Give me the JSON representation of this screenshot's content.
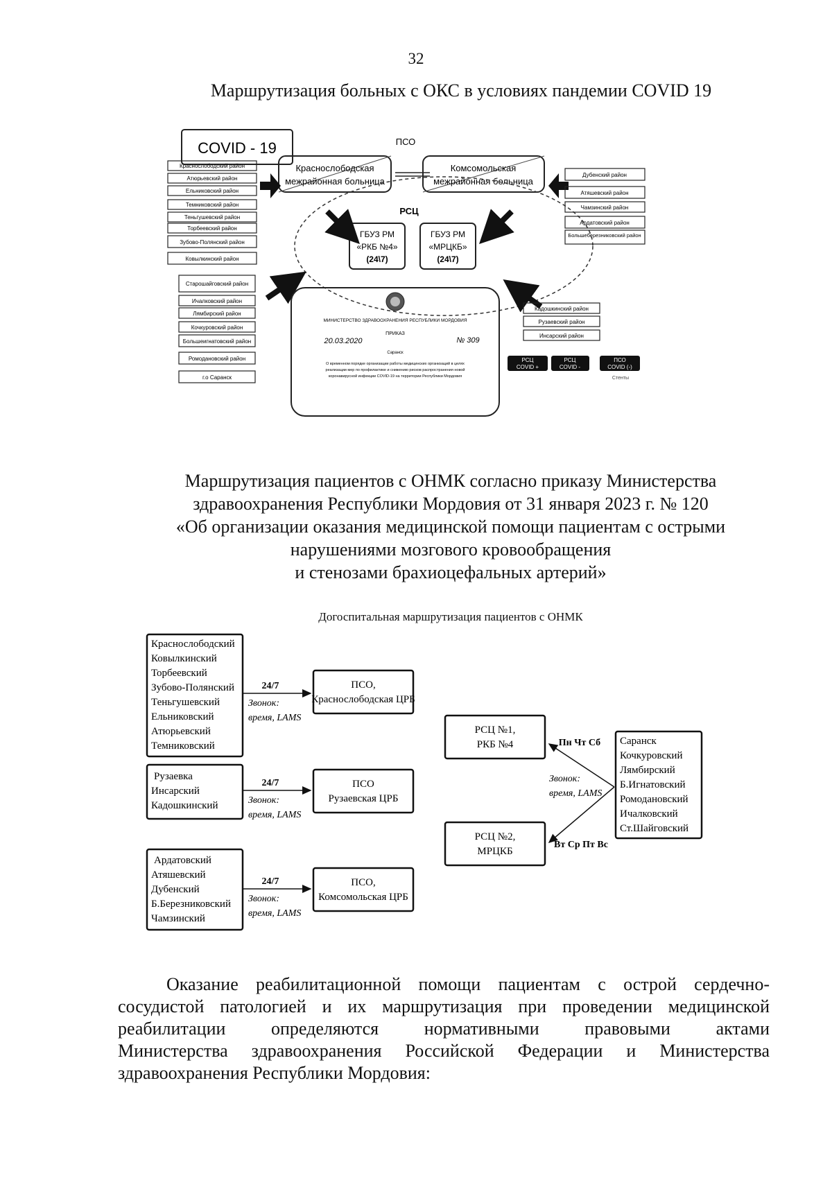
{
  "page_number": "32",
  "ocs": {
    "title": "Маршрутизация больных с ОКС в условиях пандемии COVID 19",
    "covid_label": "COVID - 19",
    "pso_label": "ПСО",
    "rsc_label": "РСЦ",
    "hospital_krasnoslobodsk": [
      "Краснослободская",
      "межрайонная больница"
    ],
    "hospital_komsomolsk": [
      "Комсомольская",
      "межрайонная больница"
    ],
    "rkb4": [
      "ГБУЗ РМ",
      "«РКБ №4»",
      "(24\\7)"
    ],
    "mrckb": [
      "ГБУЗ РМ",
      "«МРЦКБ»",
      "(24\\7)"
    ],
    "left_districts_top": [
      "Краснослободский район",
      "Атюрьевский район",
      "Ельниковский район",
      "Темниковский район",
      "Теньгушевский район",
      "Торбеевский район",
      "Зубово-Полянский район",
      "Ковылкинский район"
    ],
    "left_districts_bottom": [
      "Старошайговский район",
      "Ичалковский район",
      "Лямбирский район",
      "Кочкуровский район",
      "Большеигнатовский район",
      "Ромодановский район",
      "г.о Саранск"
    ],
    "right_districts_top": [
      "Дубенский район",
      "Атяшевский район",
      "Чамзинский район",
      "Ардатовский район",
      "Большеберезниковский район"
    ],
    "right_districts_bottom": [
      "Кадошкинский район",
      "Рузаевский район",
      "Инсарский район"
    ],
    "order_doc": {
      "ministry": "МИНИСТЕРСТВО ЗДРАВООХРАНЕНИЯ РЕСПУБЛИКИ МОРДОВИЯ",
      "heading": "ПРИКАЗ",
      "date": "20.03.2020",
      "number": "№ 309",
      "city": "Саранск",
      "body": [
        "О временном порядке организации работы медицинских организаций в целях",
        "реализации мер по профилактике и снижению рисков распространения новой",
        "коронавирусной инфекции COVID-19 на территории Республики Мордовия"
      ]
    },
    "legend": [
      {
        "label": [
          "РСЦ",
          "COVID +"
        ]
      },
      {
        "label": [
          "РСЦ",
          "COVID -"
        ]
      },
      {
        "label": [
          "ПСО",
          "COVID (-)"
        ]
      }
    ],
    "legend_note": "Стенты"
  },
  "onmk": {
    "title_lines": [
      "Маршрутизация пациентов с ОНМК согласно приказу  Министерства",
      "здравоохранения Республики Мордовия от 31 января 2023 г. № 120",
      "«Об организации оказания медицинской помощи пациентам с острыми",
      "нарушениями мозгового кровообращения",
      "и стенозами брахиоцефальных артерий»"
    ],
    "diagram_caption": "Догоспитальная маршрутизация пациентов с ОНМК",
    "group1": [
      "Краснослободский",
      "Ковылкинский",
      "Торбеевский",
      "Зубово-Полянский",
      "Теньгушевский",
      "Ельниковский",
      "Атюрьевский",
      "Темниковский"
    ],
    "group2": [
      "Рузаевка",
      "Инсарский",
      "Кадошкинский"
    ],
    "group3": [
      "Ардатовский",
      "Атяшевский",
      "Дубенский",
      "Б.Березниковский",
      "Чамзинский"
    ],
    "group4": [
      "Саранск",
      "Кочкуровский",
      "Лямбирский",
      "Б.Игнатовский",
      "Ромодановский",
      "Ичалковский",
      "Ст.Шайговский"
    ],
    "dest1": [
      "ПСО,",
      "Краснослободская ЦРБ"
    ],
    "dest2": [
      "ПСО",
      "Рузаевская ЦРБ"
    ],
    "dest3": [
      "ПСО,",
      "Комсомольская ЦРБ"
    ],
    "rsc1": [
      "РСЦ №1,",
      "РКБ №4"
    ],
    "rsc2": [
      "РСЦ №2,",
      "МРЦКБ"
    ],
    "schedule": "24/7",
    "call_note": [
      "Звонок:",
      "время, LAMS"
    ],
    "days_rsc1": "Пн Чт Сб",
    "days_rsc2": "Вт Ср Пт Вс"
  },
  "paragraph_lines": [
    "Оказание реабилитационной помощи пациентам с острой сердечно-",
    "сосудистой патологией и их маршрутизация при проведении медицинской",
    "реабилитации определяются нормативными правовыми актами",
    "Министерства здравоохранения Российской Федерации и Министерства",
    "здравоохранения Республики Мордовия:"
  ]
}
